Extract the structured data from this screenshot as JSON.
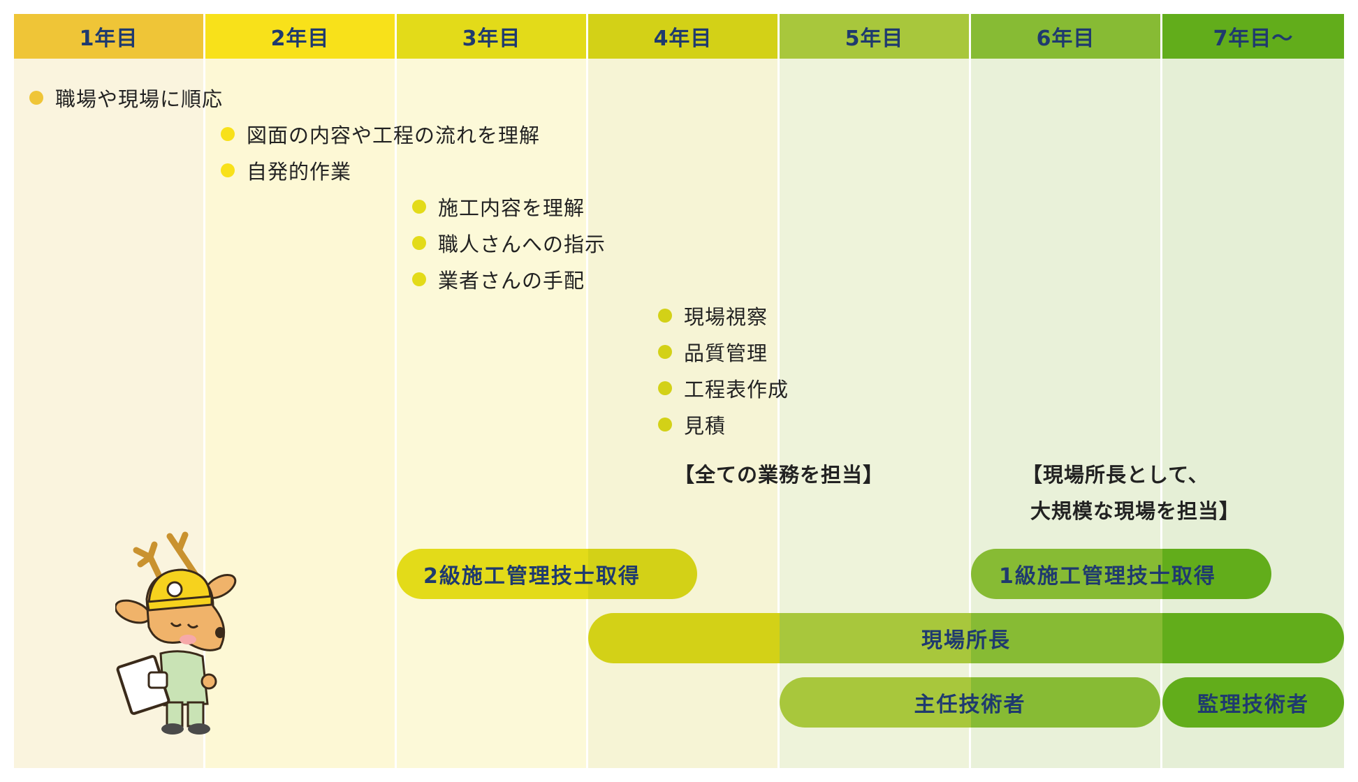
{
  "years": [
    {
      "label": "1年目",
      "head_color": "#efc537",
      "bg_color": "#faf4de",
      "dot_color": "#efc537"
    },
    {
      "label": "2年目",
      "head_color": "#f8e11a",
      "bg_color": "#fdf8d5",
      "dot_color": "#f8e11a"
    },
    {
      "label": "3年目",
      "head_color": "#e3db19",
      "bg_color": "#fcf9d8",
      "dot_color": "#e3db19"
    },
    {
      "label": "4年目",
      "head_color": "#d3d117",
      "bg_color": "#f6f4d5",
      "dot_color": "#d3d117"
    },
    {
      "label": "5年目",
      "head_color": "#a8c73c",
      "bg_color": "#eef3da",
      "dot_color": "#a8c73c"
    },
    {
      "label": "6年目",
      "head_color": "#87bb34",
      "bg_color": "#e9f1d9",
      "dot_color": "#87bb34"
    },
    {
      "label": "7年目〜",
      "head_color": "#62ad1b",
      "bg_color": "#e5efd6",
      "dot_color": "#62ad1b"
    }
  ],
  "tasks": [
    {
      "text": "職場や現場に順応",
      "year": 1
    },
    {
      "text": "図面の内容や工程の流れを理解",
      "year": 2
    },
    {
      "text": "自発的作業",
      "year": 2
    },
    {
      "text": "施工内容を理解",
      "year": 3
    },
    {
      "text": "職人さんへの指示",
      "year": 3
    },
    {
      "text": "業者さんの手配",
      "year": 3
    },
    {
      "text": "現場視察",
      "year": 4
    },
    {
      "text": "品質管理",
      "year": 4
    },
    {
      "text": "工程表作成",
      "year": 4
    },
    {
      "text": "見積",
      "year": 4
    }
  ],
  "notes": [
    {
      "lines": [
        "【全ての業務を担当】"
      ],
      "year": 4
    },
    {
      "lines": [
        "【現場所長として、",
        "大規模な現場を担当】"
      ],
      "year": 6
    }
  ],
  "milestones": [
    {
      "label": "2級施工管理技士取得",
      "start_year": 3,
      "end_year": 4.5
    },
    {
      "label": "1級施工管理技士取得",
      "start_year": 6,
      "end_year": 7.5
    },
    {
      "label": "現場所長",
      "start_year": 4,
      "end_year": 7
    },
    {
      "label": "主任技術者",
      "start_year": 5,
      "end_year": 6
    },
    {
      "label": "監理技術者",
      "start_year": 7,
      "end_year": 7
    }
  ],
  "mascot": {
    "icon": "deer-mascot-icon",
    "helmet_color": "#f6d21e",
    "body_color": "#f0b36a",
    "suit_color": "#c9e3b5"
  }
}
